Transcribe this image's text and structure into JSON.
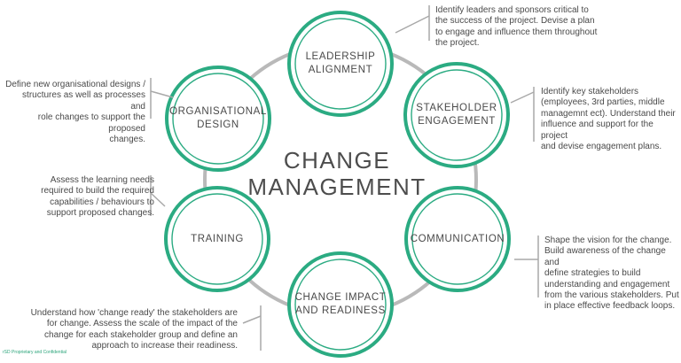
{
  "title": "CHANGE\nMANAGEMENT",
  "nodes": [
    {
      "id": "leadership",
      "label": "LEADERSHIP\nALIGNMENT",
      "description": "Identify leaders and sponsors critical to\nthe success of the project. Devise a plan\nto engage and influence them throughout\nthe project."
    },
    {
      "id": "stakeholder",
      "label": "STAKEHOLDER\nENGAGEMENT",
      "description": "Identify key stakeholders\n(employees, 3rd parties, middle\nmanagemnt ect). Understand their\ninfluence and support for the project\nand devise engagement plans."
    },
    {
      "id": "communication",
      "label": "COMMUNICATION",
      "description": "Shape the vision for the change.\nBuild awareness of the change and\ndefine strategies to build\nunderstanding and engagement\nfrom the various stakeholders. Put\nin place effective feedback loops."
    },
    {
      "id": "impact",
      "label": "CHANGE IMPACT\nAND READINESS",
      "description": "Understand how 'change ready' the stakeholders are\nfor change. Assess the scale of the impact of the\nchange for each stakeholder group and define an\napproach to increase their readiness."
    },
    {
      "id": "training",
      "label": "TRAINING",
      "description": "Assess the learning needs\nrequired to build the required\ncapabilities / behaviours to\nsupport proposed changes."
    },
    {
      "id": "org-design",
      "label": "ORGANISATIONAL\nDESIGN",
      "description": "Define new organisational designs /\nstructures as well as processes and\nrole changes to support the proposed\nchanges."
    }
  ],
  "footer": "rSD Proprietary and Confidential",
  "colors": {
    "accent": "#2bab82",
    "ring": "#b9b9b9",
    "text": "#4a4a4a",
    "connector": "#a9a9a9"
  }
}
